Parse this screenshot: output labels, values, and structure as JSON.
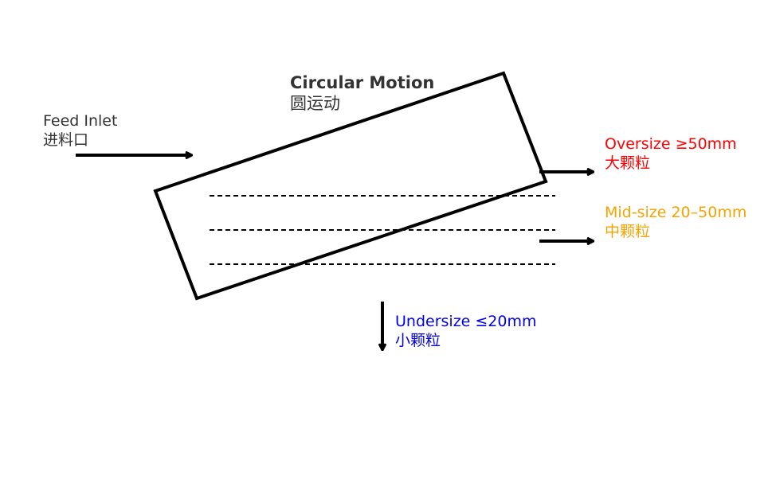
{
  "diagram": {
    "title": "Circular Motion",
    "title_cjk": "圆运动",
    "feed": {
      "label": "Feed Inlet",
      "label_cjk": "进料口"
    },
    "outputs": {
      "oversize": {
        "label": "Oversize ≥50mm",
        "label_cjk": "大颗粒"
      },
      "midsize": {
        "label": "Mid-size 20–50mm",
        "label_cjk": "中颗粒"
      },
      "undersize": {
        "label": "Undersize ≤20mm",
        "label_cjk": "小颗粒"
      }
    },
    "screen_decks": 3
  },
  "colors": {
    "outline": "#000000",
    "text": "#333333",
    "oversize": "#ff0000",
    "midsize": "#f5a300",
    "undersize": "#0000ee"
  }
}
